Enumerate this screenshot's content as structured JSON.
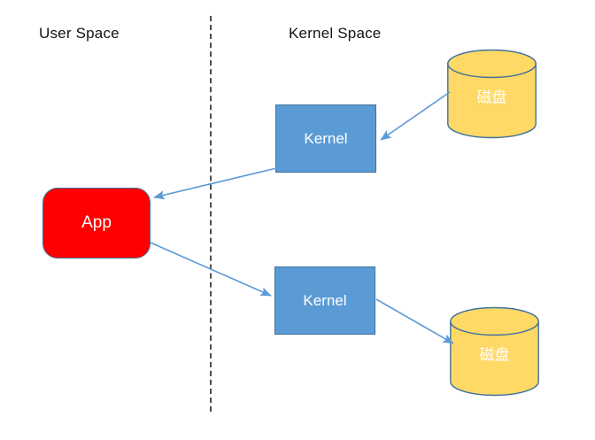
{
  "diagram": {
    "title_regions": {
      "user_space": "User Space",
      "kernel_space": "Kernel Space"
    },
    "divider": {
      "style": "dashed",
      "color": "#4d4d4d"
    },
    "nodes": {
      "app": {
        "label": "App",
        "shape": "rounded-rectangle",
        "fill": "#ff0000",
        "stroke": "#41719c",
        "text_color": "#ffffff"
      },
      "kernel_read": {
        "label": "Kernel",
        "shape": "rectangle",
        "fill": "#5b9bd5",
        "stroke": "#41719c",
        "text_color": "#ffffff"
      },
      "kernel_write": {
        "label": "Kernel",
        "shape": "rectangle",
        "fill": "#5b9bd5",
        "stroke": "#41719c",
        "text_color": "#ffffff"
      },
      "disk_read": {
        "label": "磁盘",
        "shape": "cylinder",
        "fill": "#ffd966",
        "stroke": "#41719c",
        "text_color": "#ffffff"
      },
      "disk_write": {
        "label": "磁盘",
        "shape": "cylinder",
        "fill": "#ffd966",
        "stroke": "#41719c",
        "text_color": "#ffffff"
      }
    },
    "arrows": {
      "color": "#5b9bd5",
      "list": [
        {
          "name": "disk-read-to-kernel-read",
          "from": "disk_read",
          "to": "kernel_read"
        },
        {
          "name": "kernel-read-to-app",
          "from": "kernel_read",
          "to": "app"
        },
        {
          "name": "app-to-kernel-write",
          "from": "app",
          "to": "kernel_write"
        },
        {
          "name": "kernel-write-to-disk-write",
          "from": "kernel_write",
          "to": "disk_write"
        }
      ]
    }
  }
}
